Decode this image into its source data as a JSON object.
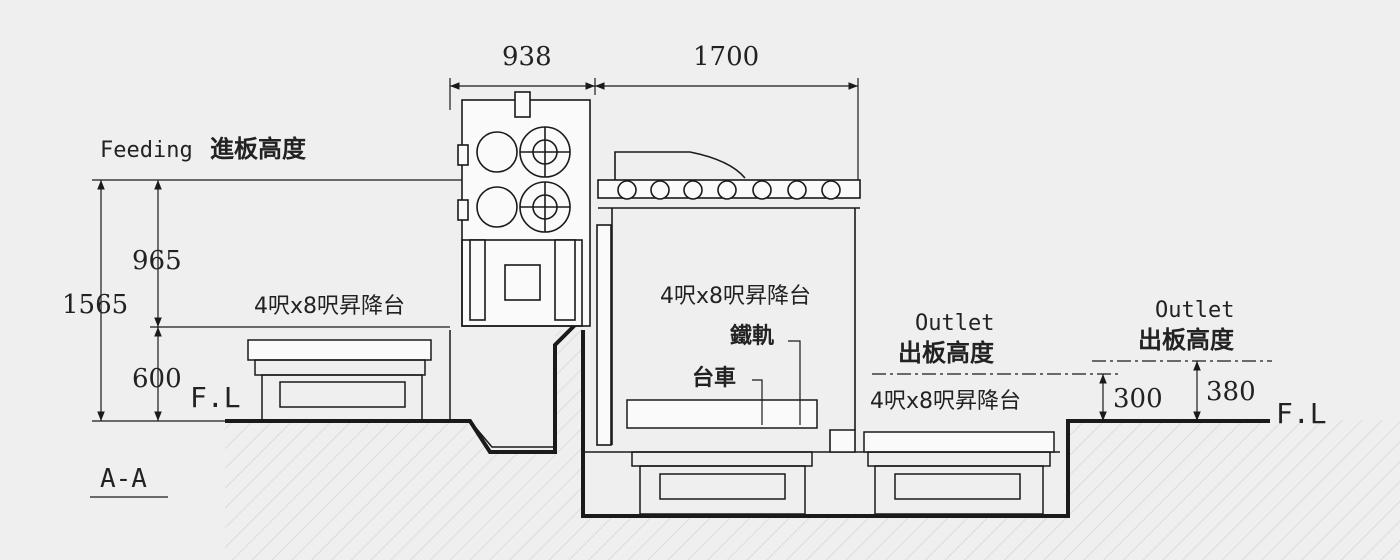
{
  "dimensions": {
    "top_left_width": "938",
    "top_right_width": "1700",
    "total_height": "1565",
    "upper_height": "965",
    "lower_height": "600",
    "outlet_height_a": "300",
    "outlet_height_b": "380"
  },
  "labels": {
    "feeding_en": "Feeding",
    "feeding_cjk": "進板高度",
    "floor_left": "F.L",
    "floor_right": "F.L",
    "section": "A-A",
    "lift_table_left": "4呎x8呎昇降台",
    "lift_table_center": "4呎x8呎昇降台",
    "lift_table_right": "4呎x8呎昇降台",
    "rail": "鐵軌",
    "cart": "台車",
    "outlet1_en": "Outlet",
    "outlet1_cjk": "出板高度",
    "outlet2_en": "Outlet",
    "outlet2_cjk": "出板高度"
  },
  "colors": {
    "line": "#1a1a1a",
    "background": "#efefef",
    "hatch": "#c9c9c9"
  }
}
